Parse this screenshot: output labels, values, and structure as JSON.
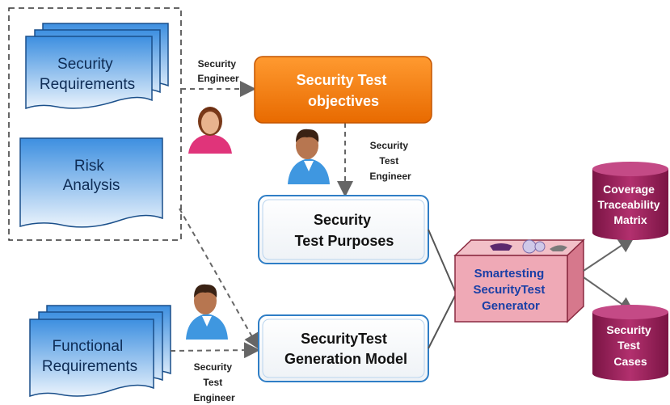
{
  "documents": {
    "security_requirements": [
      "Security",
      "Requirements"
    ],
    "risk_analysis": [
      "Risk",
      "Analysis"
    ],
    "functional_requirements": [
      "Functional",
      "Requirements"
    ]
  },
  "roles": {
    "security_engineer": [
      "Security",
      "Engineer"
    ],
    "security_test_engineer_1": [
      "Security",
      "Test",
      "Engineer"
    ],
    "security_test_engineer_2": [
      "Security",
      "Test",
      "Engineer"
    ]
  },
  "boxes": {
    "objectives": [
      "Security  Test",
      "objectives"
    ],
    "test_purposes": [
      "Security",
      "Test Purposes"
    ],
    "generation_model": [
      "SecurityTest",
      "Generation Model"
    ],
    "generator": [
      "Smartesting",
      "SecurityTest",
      "Generator"
    ]
  },
  "outputs": {
    "coverage": [
      "Coverage",
      "Traceability",
      "Matrix"
    ],
    "test_cases": [
      "Security",
      "Test",
      "Cases"
    ]
  },
  "colors": {
    "doc_blue": "#5aa4e8",
    "objectives_orange": "#f07a10",
    "generator_pink": "#e89aa8",
    "cylinder_maroon": "#9b1f5a"
  }
}
